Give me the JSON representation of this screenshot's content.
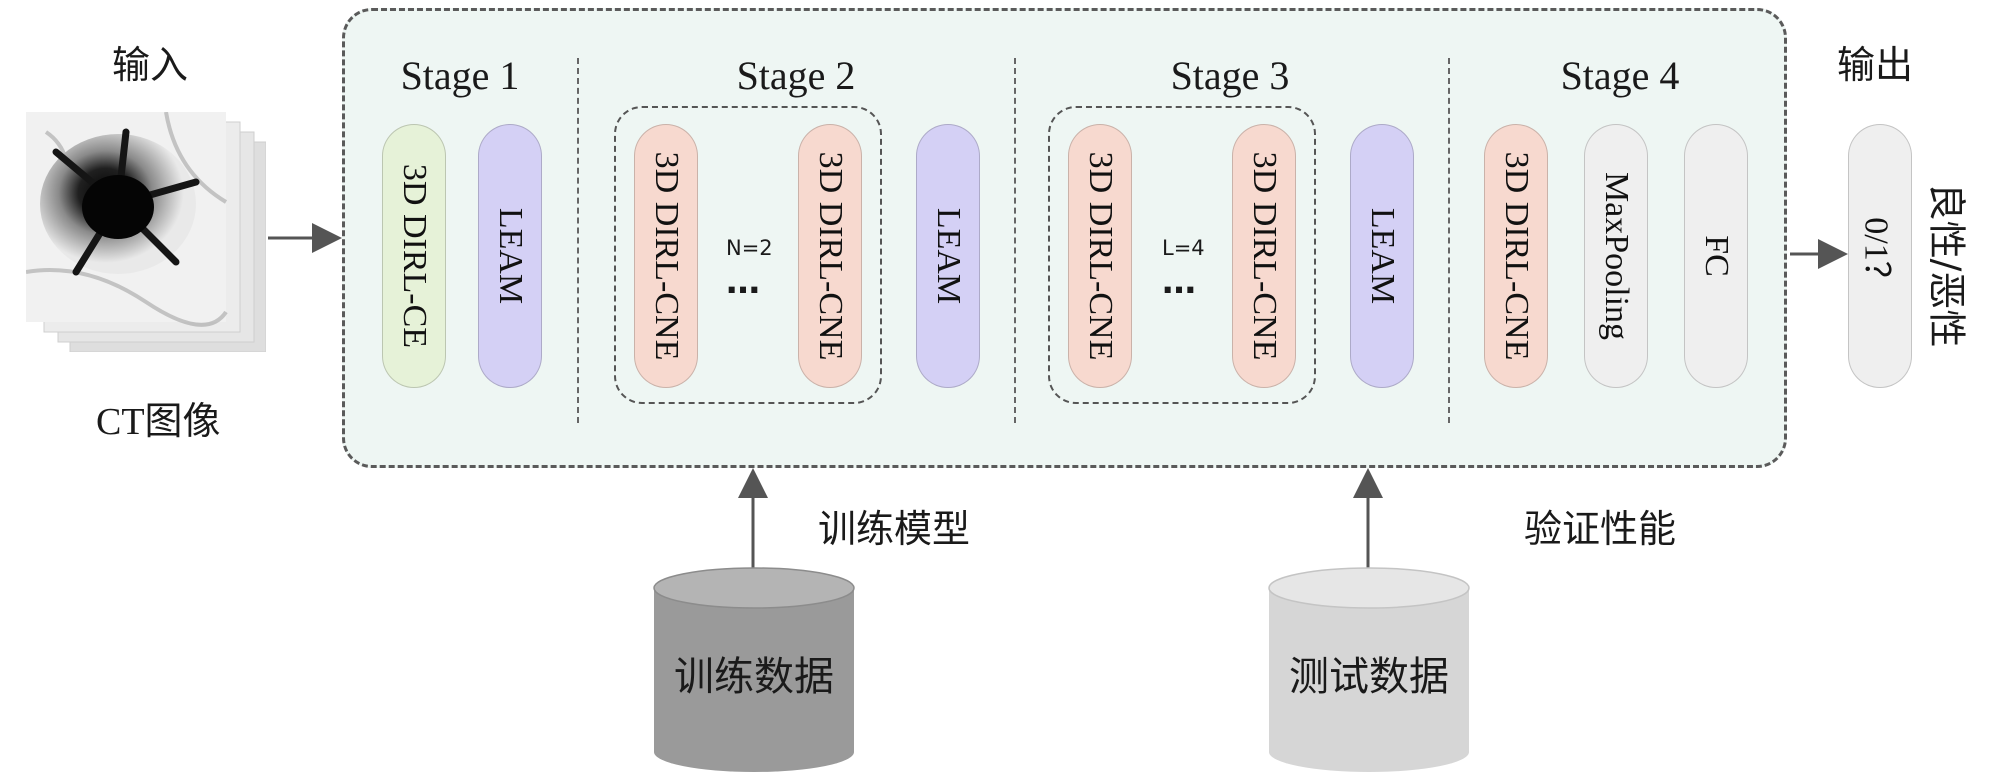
{
  "input": {
    "title": "输入",
    "image_caption": "CT图像"
  },
  "output": {
    "title": "输出",
    "box_label": "0/1？",
    "side_label": "良性/恶性"
  },
  "stages": [
    {
      "title": "Stage 1",
      "blocks": [
        "3D DIRL-CE",
        "LEAM"
      ]
    },
    {
      "title": "Stage 2",
      "blocks": [
        "3D DIRL-CNE",
        "3D DIRL-CNE",
        "LEAM"
      ],
      "repeat_label": "N=2",
      "ellipsis": "…"
    },
    {
      "title": "Stage 3",
      "blocks": [
        "3D DIRL-CNE",
        "3D DIRL-CNE",
        "LEAM"
      ],
      "repeat_label": "L=4",
      "ellipsis": "…"
    },
    {
      "title": "Stage 4",
      "blocks": [
        "3D DIRL-CNE",
        "MaxPooling",
        "FC"
      ]
    }
  ],
  "datasets": [
    {
      "name": "训练数据",
      "arrow_label": "训练模型",
      "color": "#9a9a9a"
    },
    {
      "name": "测试数据",
      "arrow_label": "验证性能",
      "color": "#d6d6d6"
    }
  ],
  "colors": {
    "panel_bg": "#eef6f3",
    "ce_block": "#e6f2d8",
    "leam_block": "#d4d0f5",
    "cne_block": "#f7d9cf",
    "neutral_block": "#efefef"
  }
}
